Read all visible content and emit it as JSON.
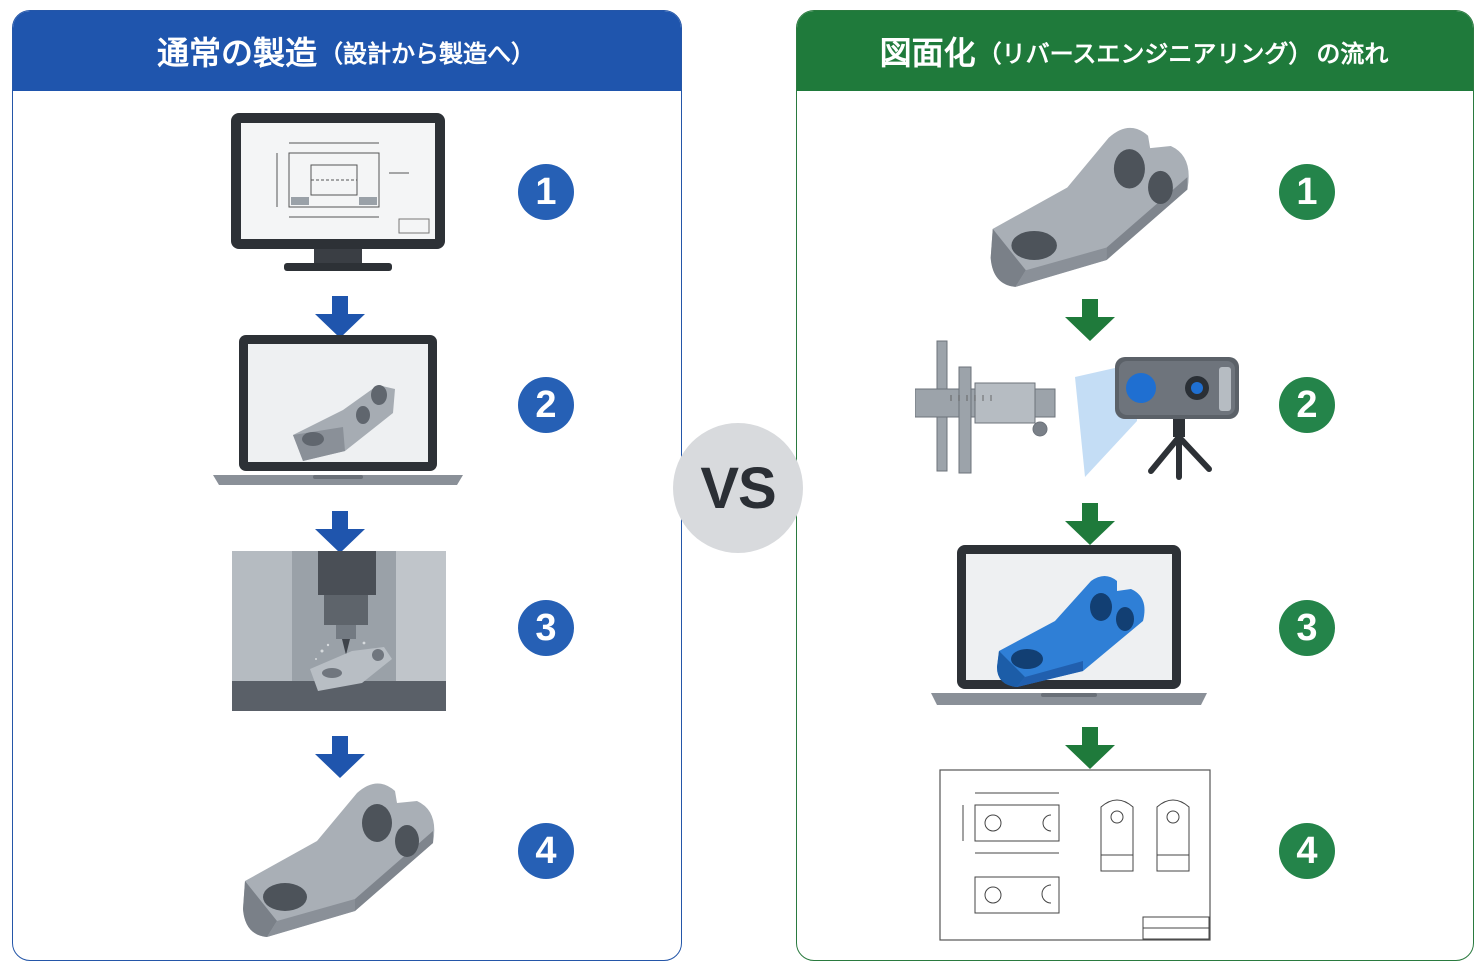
{
  "left_panel": {
    "title_main": "通常の製造",
    "title_sub": "（設計から製造へ）",
    "steps": [
      {
        "number": "1",
        "icon": "desktop-2d-drawing-icon"
      },
      {
        "number": "2",
        "icon": "laptop-3d-model-icon"
      },
      {
        "number": "3",
        "icon": "cnc-machining-icon"
      },
      {
        "number": "4",
        "icon": "metal-part-icon"
      }
    ],
    "accent_color": "#1f55ad"
  },
  "vs_label": "VS",
  "right_panel": {
    "title_main": "図面化",
    "title_sub": "（リバースエンジニアリング）",
    "title_end": "の流れ",
    "steps": [
      {
        "number": "1",
        "icon": "metal-part-icon"
      },
      {
        "number": "2",
        "icon": "caliper-and-3d-scanner-icon"
      },
      {
        "number": "3",
        "icon": "laptop-blue-3d-model-icon"
      },
      {
        "number": "4",
        "icon": "2d-drawing-sheet-icon"
      }
    ],
    "accent_color": "#1f7a3b"
  }
}
